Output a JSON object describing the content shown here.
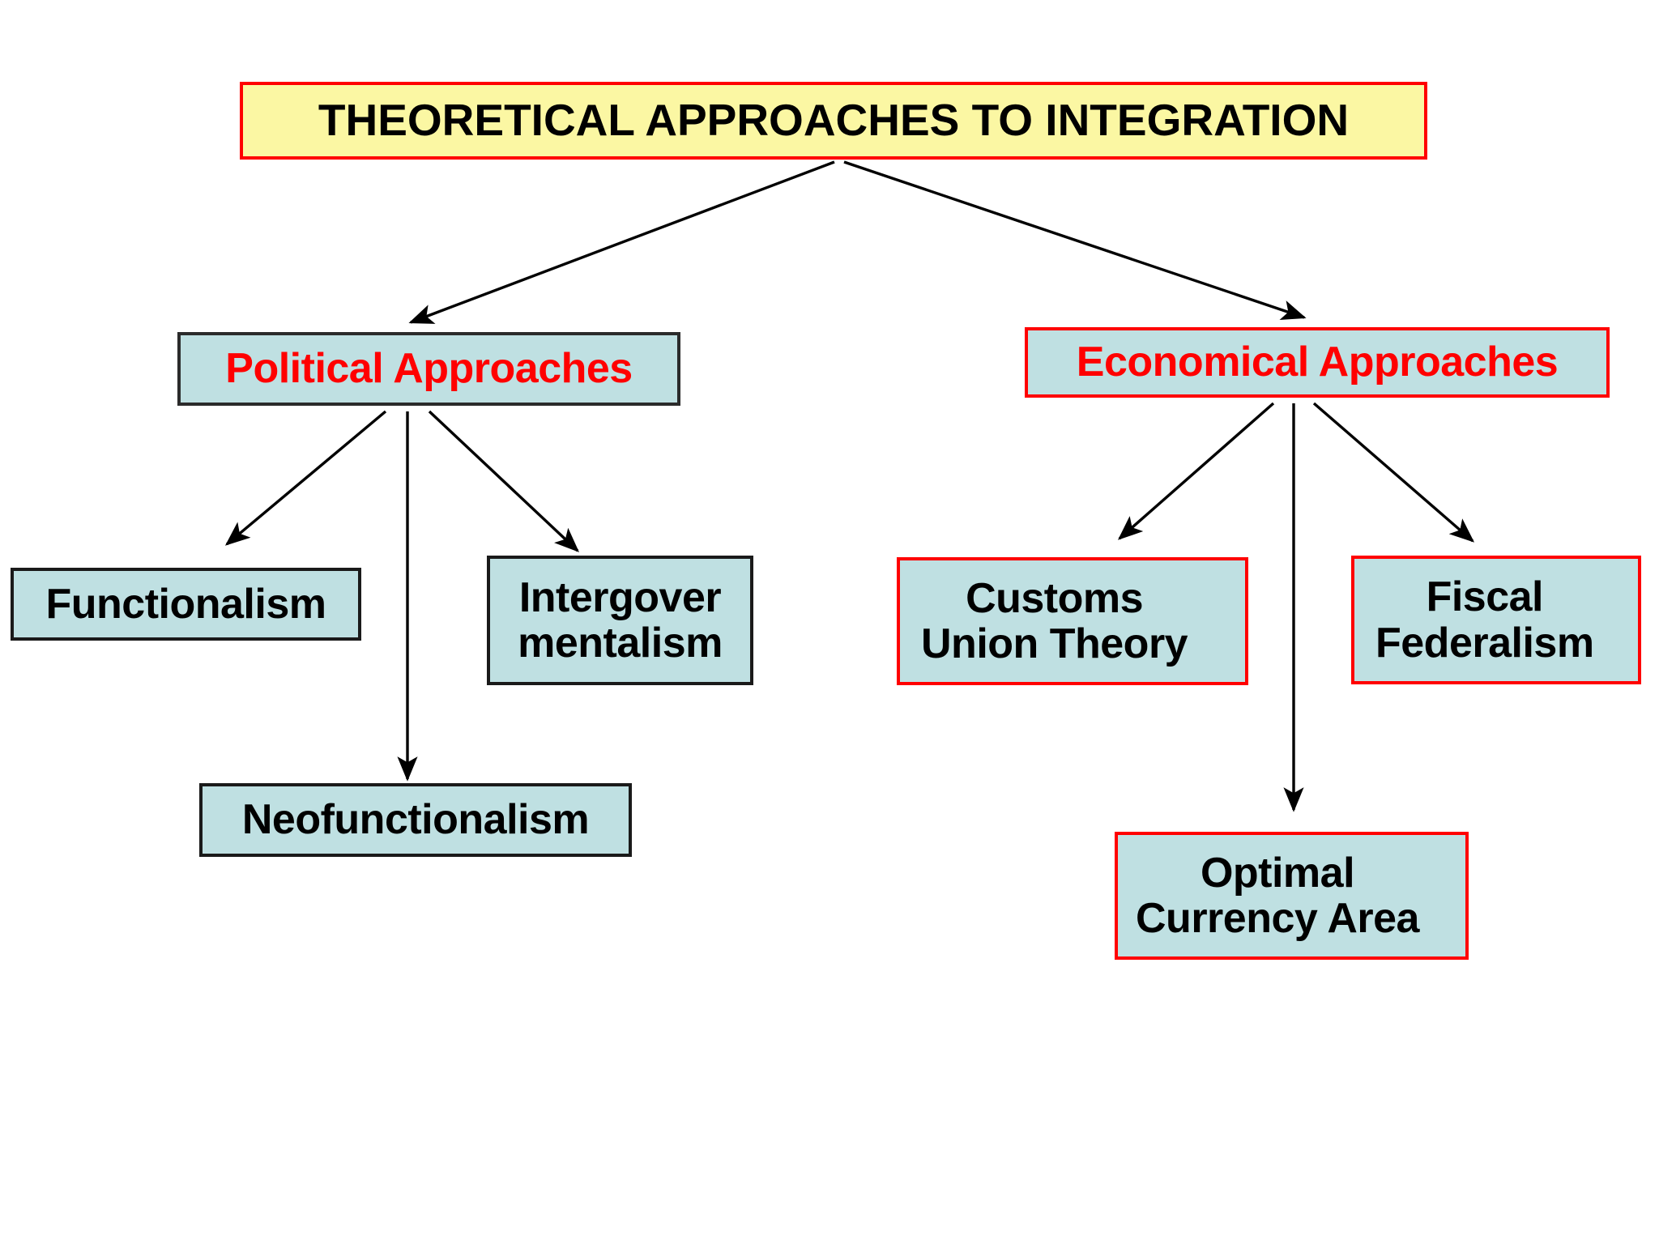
{
  "diagram": {
    "title_node": {
      "label": "THEORETICAL APPROACHES TO INTEGRATION",
      "fill": "#fbf7a3",
      "border": "#ff0000",
      "text_color": "#000000"
    },
    "branches": [
      {
        "id": "political",
        "label": "Political Approaches",
        "fill": "#bfe0e2",
        "border": "#2b2b2b",
        "text_color": "#ff0000",
        "children": [
          {
            "id": "functionalism",
            "label": "Functionalism",
            "fill": "#bfe0e2",
            "border": "#1a1a1a",
            "text_color": "#000000"
          },
          {
            "id": "neofunctionalism",
            "label": "Neofunctionalism",
            "fill": "#bfe0e2",
            "border": "#1a1a1a",
            "text_color": "#000000"
          },
          {
            "id": "intergovernmentalism",
            "label": "Intergover\nmentalism",
            "fill": "#bfe0e2",
            "border": "#1a1a1a",
            "text_color": "#000000"
          }
        ]
      },
      {
        "id": "economical",
        "label": "Economical Approaches",
        "fill": "#bfe0e2",
        "border": "#ff0000",
        "text_color": "#ff0000",
        "children": [
          {
            "id": "customs-union-theory",
            "label": "Customs\nUnion Theory",
            "fill": "#bfe0e2",
            "border": "#ff0000",
            "text_color": "#000000"
          },
          {
            "id": "optimal-currency-area",
            "label": "Optimal\nCurrency Area",
            "fill": "#bfe0e2",
            "border": "#ff0000",
            "text_color": "#000000"
          },
          {
            "id": "fiscal-federalism",
            "label": "Fiscal\nFederalism",
            "fill": "#bfe0e2",
            "border": "#ff0000",
            "text_color": "#000000"
          }
        ]
      }
    ],
    "connectors": [
      {
        "name": "title-to-political",
        "from": "title_node",
        "to": "political"
      },
      {
        "name": "title-to-economical",
        "from": "title_node",
        "to": "economical"
      },
      {
        "name": "political-to-functionalism",
        "from": "political",
        "to": "functionalism"
      },
      {
        "name": "political-to-neofunctionalism",
        "from": "political",
        "to": "neofunctionalism"
      },
      {
        "name": "political-to-intergovernmentalism",
        "from": "political",
        "to": "intergovernmentalism"
      },
      {
        "name": "economical-to-customs",
        "from": "economical",
        "to": "customs-union-theory"
      },
      {
        "name": "economical-to-optimal",
        "from": "economical",
        "to": "optimal-currency-area"
      },
      {
        "name": "economical-to-fiscal",
        "from": "economical",
        "to": "fiscal-federalism"
      }
    ],
    "line_color": "#000000",
    "background": "#ffffff"
  }
}
